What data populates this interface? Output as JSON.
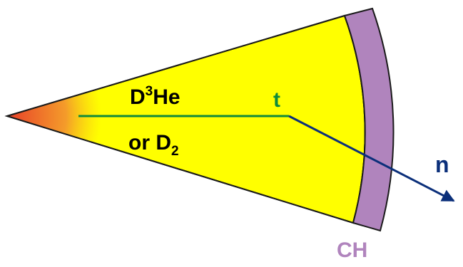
{
  "labels": {
    "fuel_line1_base": "D",
    "fuel_line1_sup": "3",
    "fuel_line1_rest": "He",
    "fuel_line2_prefix": "or D",
    "fuel_line2_sub": "2",
    "triton": "t",
    "neutron": "n",
    "shell": "CH"
  },
  "colors": {
    "fuel": "#ffff00",
    "hot_core_inner": "#e8402a",
    "hot_core_mid": "#f49b2a",
    "shell": "#b084bd",
    "outline": "#1a1a1a",
    "triton": "#0f8a3a",
    "neutron": "#0b2f7a",
    "shell_label": "#b084bd"
  }
}
